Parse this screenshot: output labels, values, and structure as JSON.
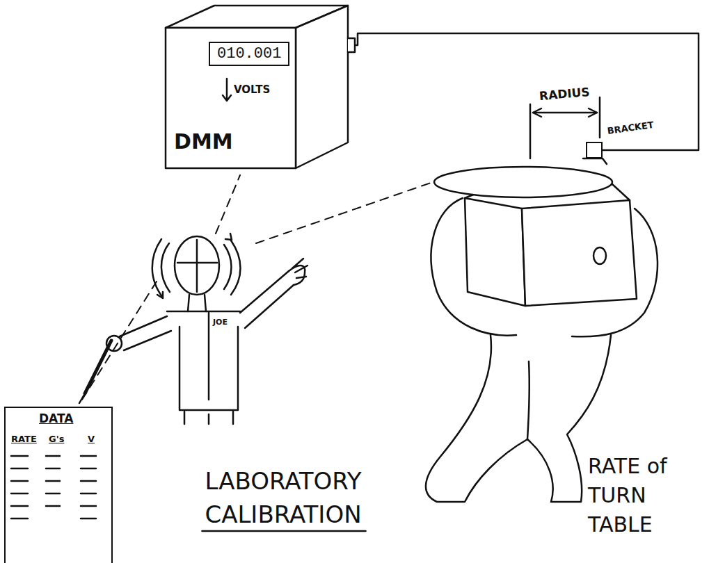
{
  "diagram": {
    "title": "LABORATORY CALIBRATION",
    "nodes": [
      {
        "text": [
          "VOLTS",
          "DMM"
        ]
      },
      {
        "text": [
          "010.001"
        ],
        "in": 0
      },
      {
        "text": [
          "BRACKET"
        ]
      },
      {
        "text": [
          "DATA",
          "RATE",
          "G's",
          "V"
        ]
      }
    ],
    "edges": [
      {
        "from": 0,
        "to": 2,
        "arrow": "none"
      }
    ],
    "labels": [
      "RADIUS",
      "JOE",
      "RATE of TURN TABLE"
    ]
  }
}
